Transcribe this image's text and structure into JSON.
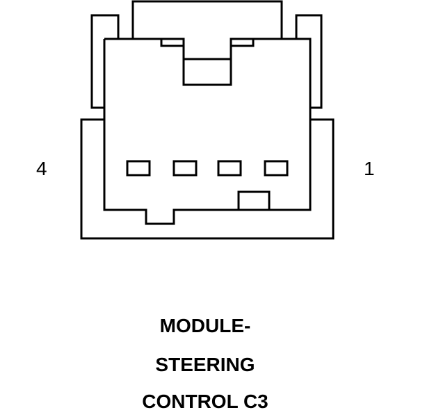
{
  "diagram": {
    "stroke_color": "#000000",
    "background_color": "#ffffff",
    "pin_label_left": "4",
    "pin_label_right": "1",
    "caption_lines": [
      "MODULE-",
      "STEERING",
      "CONTROL C3"
    ]
  }
}
